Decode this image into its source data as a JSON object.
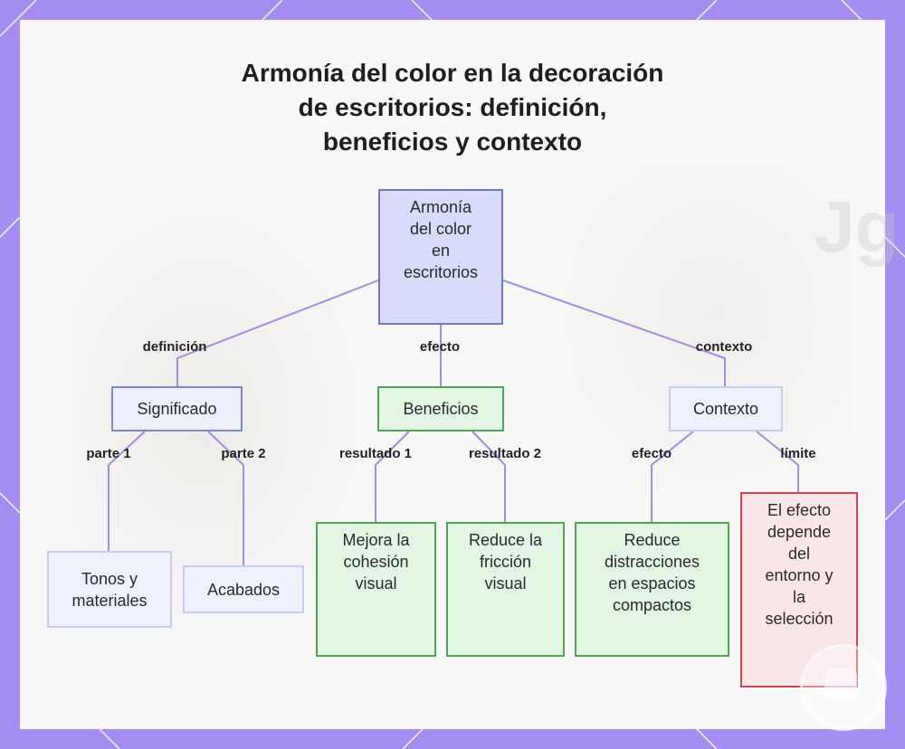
{
  "title": {
    "line1": "Armonía del color en la decoración",
    "line2": "de escritorios: definición,",
    "line3": "beneficios y contexto"
  },
  "nodes": {
    "root": [
      "Armonía",
      "del color",
      "en",
      "escritorios"
    ],
    "significado": "Significado",
    "beneficios": "Beneficios",
    "contexto": "Contexto",
    "tonos": [
      "Tonos y",
      "materiales"
    ],
    "acabados": "Acabados",
    "mejora": [
      "Mejora la",
      "cohesión",
      "visual"
    ],
    "reduce_friccion": [
      "Reduce la",
      "fricción",
      "visual"
    ],
    "reduce_distracciones": [
      "Reduce",
      "distracciones",
      "en espacios",
      "compactos"
    ],
    "efecto_depende": [
      "El efecto",
      "depende",
      "del",
      "entorno y",
      "la",
      "selección"
    ]
  },
  "edges": {
    "definicion": "definición",
    "efecto": "efecto",
    "contexto": "contexto",
    "parte1": "parte 1",
    "parte2": "parte 2",
    "resultado1": "resultado 1",
    "resultado2": "resultado 2",
    "efecto2": "efecto",
    "limite": "límite"
  },
  "watermark_text": "Jg",
  "colors": {
    "background": "#a58ef2",
    "panel": "#f8f8f8",
    "edge": "#a28be6",
    "root_fill": "#d8dcfb",
    "green_border": "#4fa84f",
    "red_border": "#cf4456"
  }
}
